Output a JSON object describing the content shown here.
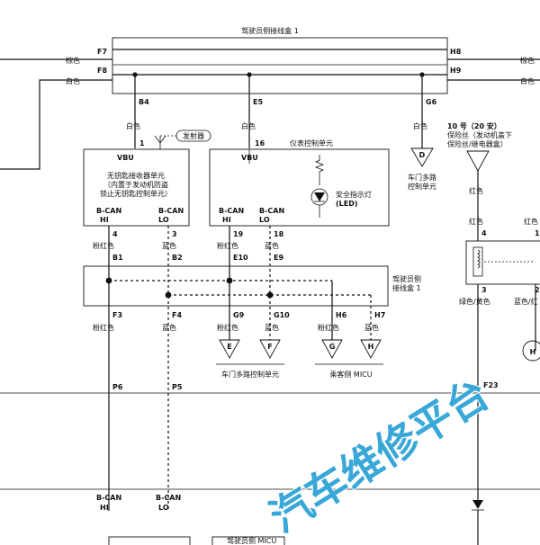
{
  "top_box": {
    "title": "驾驶员侧接线盒 1",
    "pins": {
      "f7": "F7",
      "f8": "F8",
      "h8": "H8",
      "h9": "H9",
      "b4": "B4",
      "e5": "E5",
      "g6": "G6"
    }
  },
  "colors": {
    "brown": "棕色",
    "white": "白色",
    "pink": "粉红色",
    "blue": "蓝色",
    "red": "红色",
    "green_yellow": "绿色/黄色",
    "blue_red": "蓝色/红"
  },
  "vbu_box": {
    "wire_color": "白色",
    "pin": "1",
    "title": "VBU",
    "desc1": "无钥匙接收器单元",
    "desc2": "（内置于发动机防盗",
    "desc3": "锁止无钥匙控制单元）",
    "can_hi": "B-CAN",
    "hi": "HI",
    "can_lo": "B-CAN",
    "lo": "LO",
    "transmitter": "发射器"
  },
  "gauge_box": {
    "wire_color": "白色",
    "pin": "16",
    "title": "VBU",
    "name": "仪表控制单元",
    "led1": "安全指示灯",
    "led2": "(LED)",
    "can_hi": "B-CAN",
    "hi": "HI",
    "can_lo": "B-CAN",
    "lo": "LO"
  },
  "door_unit": {
    "wire_color": "白色",
    "conn": "D",
    "line1": "车门多路",
    "line2": "控制单元"
  },
  "fuse": {
    "line1": "10 号（20 安）",
    "line2": "保险丝（发动机盖下",
    "line3": "保险丝/继电器盒）",
    "wire_color": "红色"
  },
  "relay": {
    "pin4": "4",
    "pin3": "3",
    "pin1": "1",
    "pin2": "2",
    "left_color": "红色",
    "right_color": "红色"
  },
  "upper_pins": {
    "p4": "4",
    "p3": "3",
    "p19": "19",
    "p18": "18"
  },
  "mid_box": {
    "title1": "驾驶员侧",
    "title2": "接线盒 1",
    "b1": "B1",
    "b2": "B2",
    "e10": "E10",
    "e9": "E9",
    "f3": "F3",
    "f4": "F4",
    "g9": "G9",
    "g10": "G10",
    "h6": "H6",
    "h7": "H7"
  },
  "connectors": {
    "e": "E",
    "f": "F",
    "g": "G",
    "h": "H"
  },
  "groups": {
    "door": "车门多路控制单元",
    "micu": "乘客侧 MICU"
  },
  "lower": {
    "p6": "P6",
    "p5": "P5",
    "f23": "F23",
    "h_circle": "H",
    "can_hi": "B-CAN",
    "hi": "HI",
    "can_lo": "B-CAN",
    "lo": "LO",
    "bottom_title": "驾驶员侧 MICU"
  },
  "watermark": "汽车维修平台"
}
